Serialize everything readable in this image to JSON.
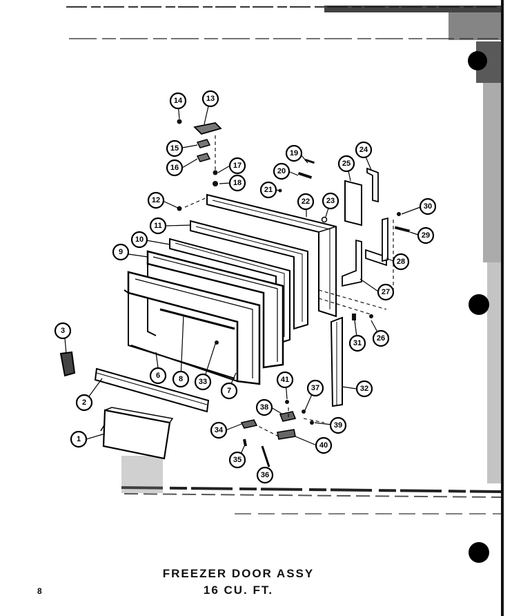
{
  "title": {
    "line1": "FREEZER DOOR ASSY",
    "line2": "16 CU. FT."
  },
  "page_number": "8",
  "callouts": [
    {
      "label": "1"
    },
    {
      "label": "2"
    },
    {
      "label": "3"
    },
    {
      "label": "6"
    },
    {
      "label": "8"
    },
    {
      "label": "33"
    },
    {
      "label": "7"
    },
    {
      "label": "9"
    },
    {
      "label": "10"
    },
    {
      "label": "11"
    },
    {
      "label": "12"
    },
    {
      "label": "13"
    },
    {
      "label": "14"
    },
    {
      "label": "15"
    },
    {
      "label": "16"
    },
    {
      "label": "17"
    },
    {
      "label": "18"
    },
    {
      "label": "19"
    },
    {
      "label": "20"
    },
    {
      "label": "21"
    },
    {
      "label": "22"
    },
    {
      "label": "23"
    },
    {
      "label": "24"
    },
    {
      "label": "25"
    },
    {
      "label": "30"
    },
    {
      "label": "29"
    },
    {
      "label": "28"
    },
    {
      "label": "27"
    },
    {
      "label": "26"
    },
    {
      "label": "31"
    },
    {
      "label": "32"
    },
    {
      "label": "41"
    },
    {
      "label": "37"
    },
    {
      "label": "38"
    },
    {
      "label": "39"
    },
    {
      "label": "34"
    },
    {
      "label": "40"
    },
    {
      "label": "35"
    },
    {
      "label": "36"
    }
  ]
}
